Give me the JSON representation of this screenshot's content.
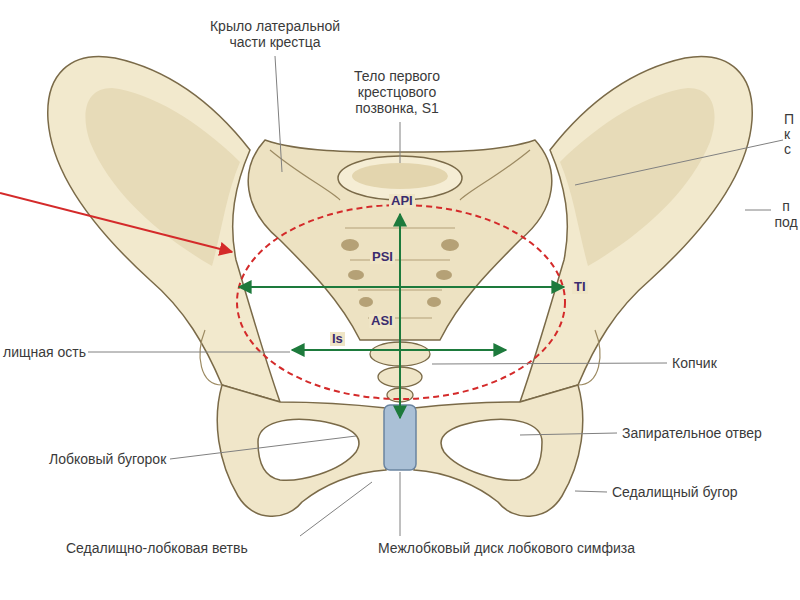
{
  "diagram": {
    "labels": [
      "Крыло латеральной части крестца",
      "Тело первого крестцового позвонка, S1",
      "API",
      "PSI",
      "TI",
      "ASI",
      "Is",
      "П к с",
      "п под",
      "лищная ость",
      "Копчик",
      "Запирательное отвер",
      "Лобковый бугорок",
      "Седалищный бугор",
      "Седалищно-лобковая ветвь",
      "Межлобковый диск лобкового симфиза"
    ]
  }
}
